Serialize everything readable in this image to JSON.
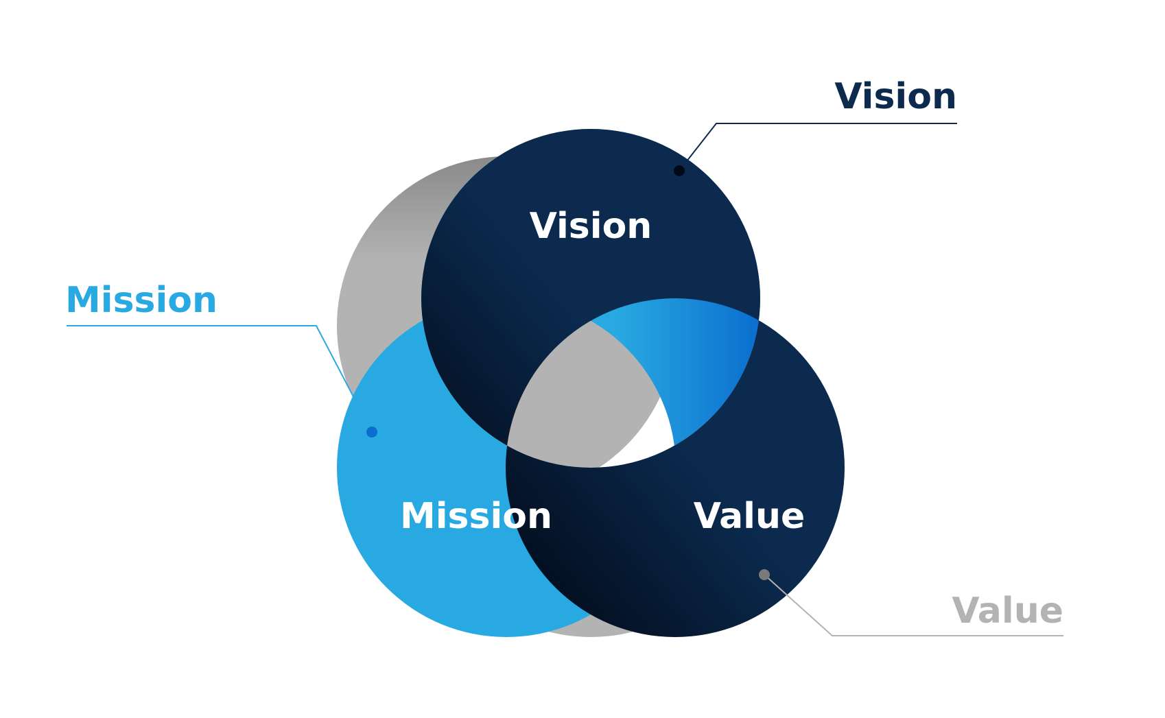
{
  "diagram": {
    "circles": {
      "vision": {
        "label": "Vision",
        "color": "#0b2a4e",
        "shade": "#020a18"
      },
      "mission": {
        "label": "Mission",
        "color": "#29a9e1",
        "shade": "#0a6ecf"
      },
      "value": {
        "label": "Value",
        "color": "#b3b3b3",
        "shade": "#8a8a8a"
      }
    },
    "callouts": {
      "vision": {
        "label": "Vision",
        "color": "#0b2a4e",
        "dot_color": "#020a18"
      },
      "mission": {
        "label": "Mission",
        "color": "#29a9e1",
        "dot_color": "#0a6ecf"
      },
      "value": {
        "label": "Value",
        "color": "#b3b3b3",
        "dot_color": "#7a7a7a"
      }
    }
  }
}
